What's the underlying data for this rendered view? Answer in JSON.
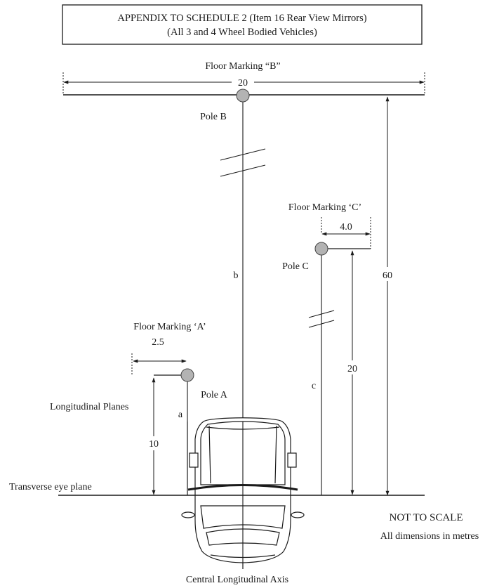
{
  "header": {
    "line1": "APPENDIX TO SCHEDULE 2 (Item 16 Rear View Mirrors)",
    "line2": "(All 3 and 4 Wheel Bodied Vehicles)"
  },
  "floor_marking_b": {
    "label": "Floor Marking “B”",
    "width": "20"
  },
  "pole_b": {
    "label": "Pole B",
    "distance_label": "b",
    "distance": "60"
  },
  "floor_marking_c": {
    "label": "Floor Marking ‘C’",
    "width": "4.0"
  },
  "pole_c": {
    "label": "Pole C",
    "distance_label": "c",
    "distance": "20"
  },
  "floor_marking_a": {
    "label": "Floor Marking ‘A’",
    "width": "2.5"
  },
  "pole_a": {
    "label": "Pole A",
    "distance_label": "a",
    "distance": "10"
  },
  "labels": {
    "longitudinal_planes": "Longitudinal Planes",
    "transverse_eye_plane": "Transverse eye plane",
    "central_axis": "Central Longitudinal Axis"
  },
  "notes": {
    "not_to_scale": "NOT TO SCALE",
    "units": "All dimensions in metres"
  },
  "colors": {
    "pole_fill": "#b3b3b3",
    "line": "#1a1a1a"
  }
}
